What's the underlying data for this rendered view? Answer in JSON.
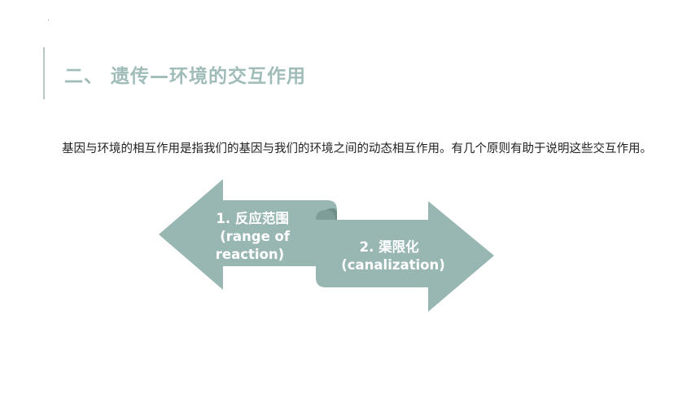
{
  "slide": {
    "title": "二、 遗传—环境的交互作用",
    "body": "基因与环境的相互作用是指我们的基因与我们的环境之间的动态相互作用。有几个原则有助于说明这些交互作用。",
    "arrows": [
      {
        "lines": [
          "1. 反应范围",
          "(range of",
          "reaction)"
        ]
      },
      {
        "lines": [
          "2. 渠限化",
          "(canalization)"
        ]
      }
    ]
  },
  "colors": {
    "accent": "#a0bcb8",
    "arrow_fill": "#98b6b2",
    "arrow_fold": "#7e9d99",
    "text": "#1f1f1f"
  }
}
